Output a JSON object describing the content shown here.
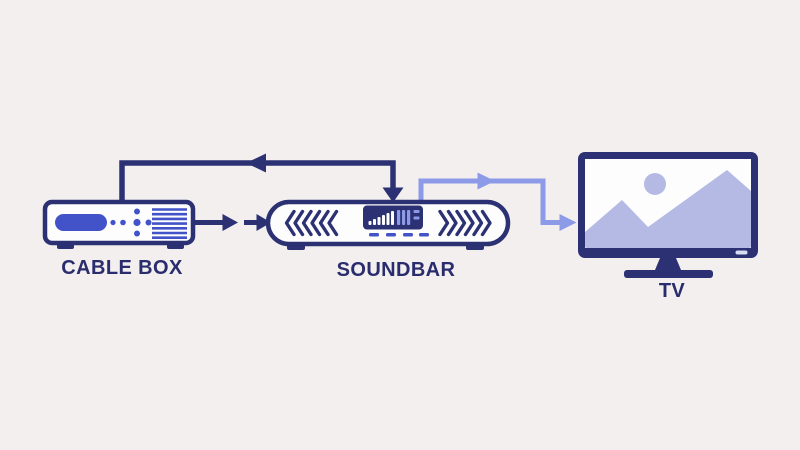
{
  "title": "Cable box, soundbar and TV connection diagram",
  "colors": {
    "background": "#f2efee",
    "navy": "#2b3173",
    "indigo": "#4253c9",
    "periwinkle": "#8d9ae8",
    "placeholder": "#b4bae4",
    "white": "#fdfdfe",
    "label": "#2a2d6d",
    "indicator": "#d7dbf3"
  },
  "devices": [
    {
      "id": "cable-box",
      "label": "CABLE BOX",
      "features": [
        "display-pill",
        "control-dots",
        "vent-lines",
        "feet"
      ]
    },
    {
      "id": "soundbar",
      "label": "SOUNDBAR",
      "features": [
        "left-speaker-chevrons",
        "equalizer-display",
        "control-dashes",
        "right-speaker-chevrons",
        "feet"
      ]
    },
    {
      "id": "tv",
      "label": "TV",
      "features": [
        "image-placeholder-mountains",
        "image-placeholder-sun",
        "power-indicator",
        "stand"
      ]
    }
  ],
  "connections": [
    {
      "id": "soundbar-cable-box-loop",
      "color": "navy",
      "route": "up from cable box, across top, down into soundbar",
      "arrowheads": [
        "left-mid-line",
        "down-into-soundbar"
      ]
    },
    {
      "id": "cable-box-to-soundbar",
      "color": "navy",
      "route": "cable box right side to soundbar left side",
      "arrowheads": [
        "right",
        "right"
      ]
    },
    {
      "id": "soundbar-to-tv",
      "color": "periwinkle",
      "route": "up from soundbar top, across, down, into TV left side",
      "arrowheads": [
        "right-mid-line",
        "right-into-tv"
      ]
    }
  ]
}
